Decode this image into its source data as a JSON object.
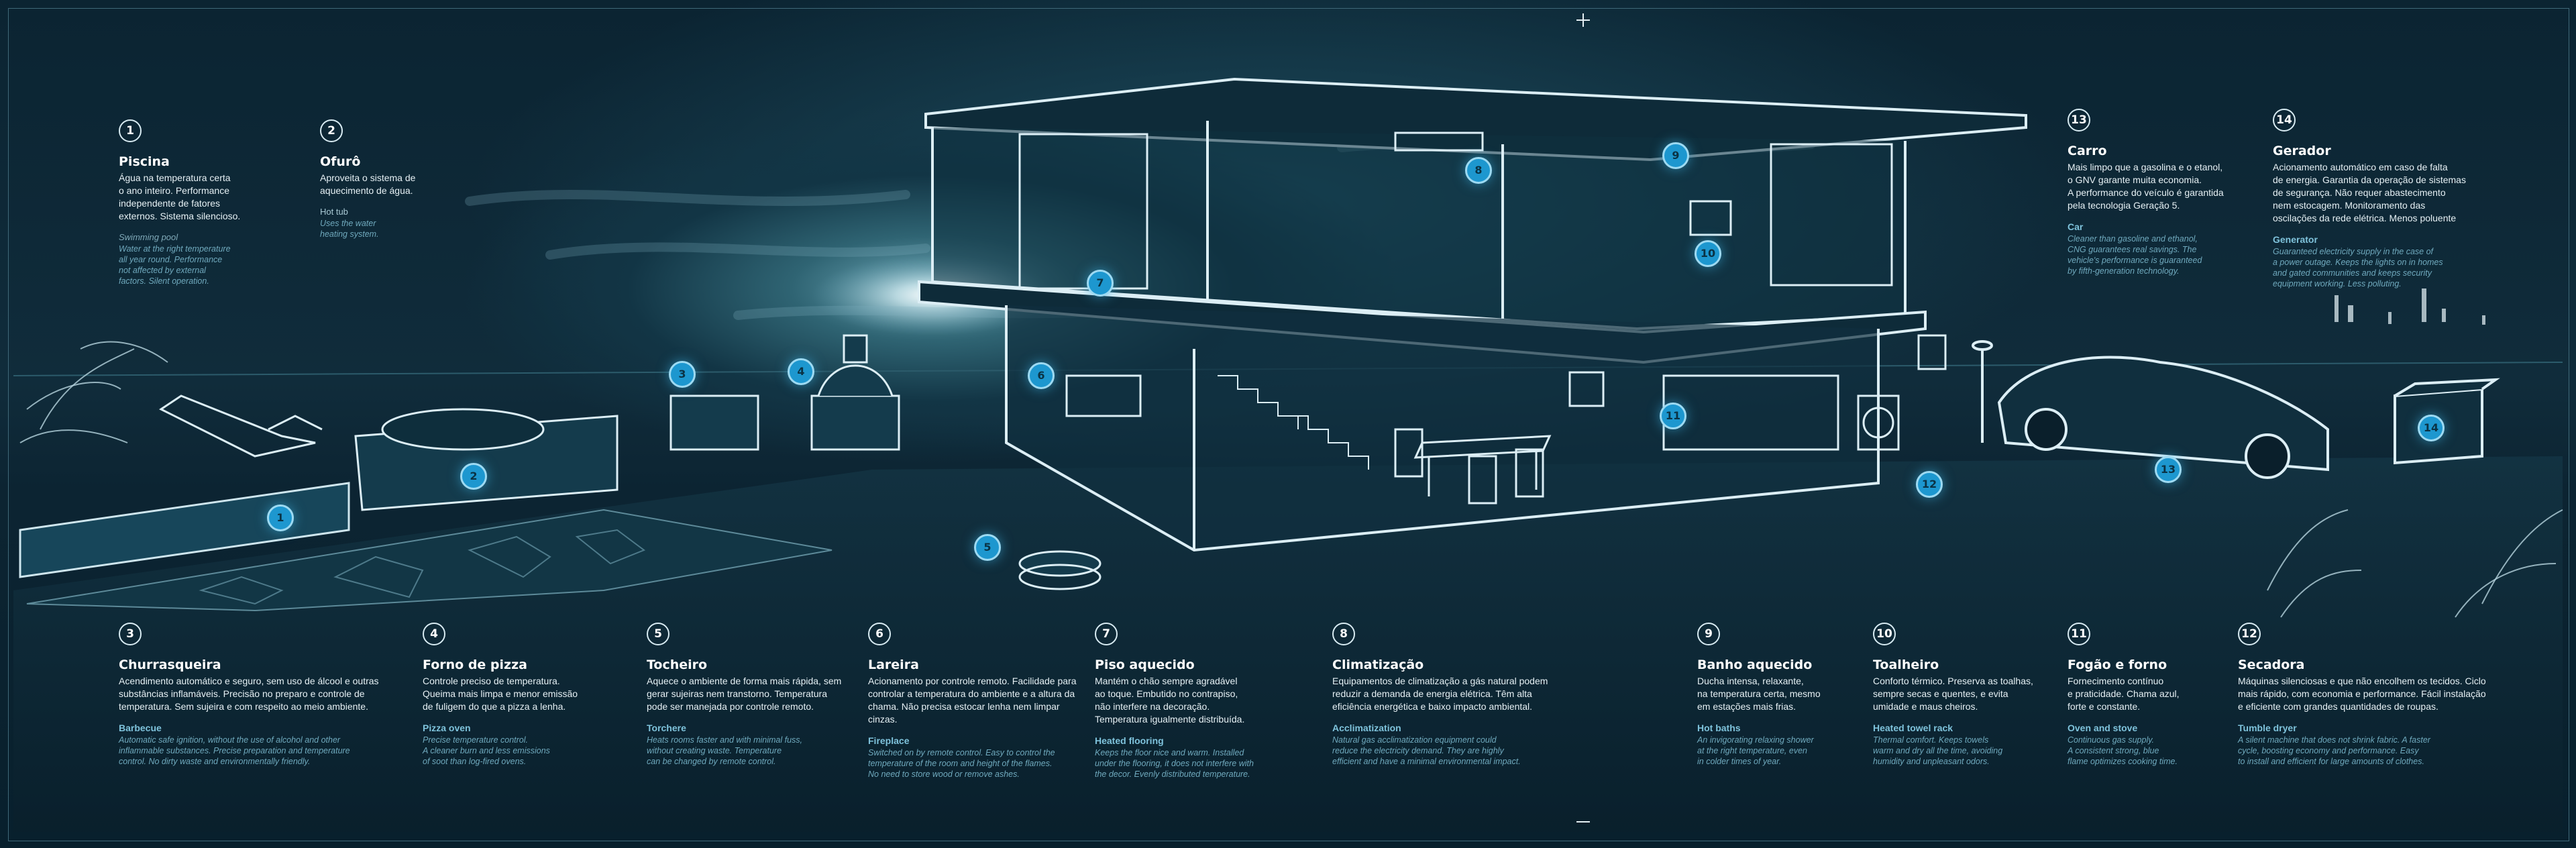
{
  "features": [
    {
      "number": "1",
      "title": "Piscina",
      "pt": "Água na temperatura certa\no ano inteiro. Performance\nindependente de fatores\nexternos. Sistema silencioso.",
      "en_title": "Swimming pool",
      "en": "Water at the right temperature\nall year round. Performance\nnot affected by external\nfactors. Silent operation."
    },
    {
      "number": "2",
      "title": "Ofurô",
      "pt": "Aproveita o sistema de\naquecimento de água.",
      "en_title": "Hot tub",
      "en": "Uses the water\nheating system."
    },
    {
      "number": "3",
      "title": "Churrasqueira",
      "pt": "Acendimento automático e seguro, sem uso de álcool e outras\nsubstâncias inflamáveis. Precisão no preparo e controle de\ntemperatura. Sem sujeira e com respeito ao meio ambiente.",
      "en_title": "Barbecue",
      "en": "Automatic safe ignition, without the use of alcohol and other\ninflammable substances. Precise preparation and temperature\ncontrol. No dirty waste and environmentally friendly."
    },
    {
      "number": "4",
      "title": "Forno de pizza",
      "pt": "Controle preciso de temperatura.\nQueima mais limpa e menor emissão\nde fuligem do que a pizza a lenha.",
      "en_title": "Pizza oven",
      "en": "Precise temperature control.\nA cleaner burn and less emissions\nof soot than log-fired ovens."
    },
    {
      "number": "5",
      "title": "Tocheiro",
      "pt": "Aquece o ambiente de forma mais rápida, sem\ngerar sujeiras nem transtorno. Temperatura\npode ser manejada por controle remoto.",
      "en_title": "Torchere",
      "en": "Heats rooms faster and with minimal fuss,\nwithout creating waste. Temperature\ncan be changed by remote control."
    },
    {
      "number": "6",
      "title": "Lareira",
      "pt": "Acionamento por controle remoto. Facilidade para\ncontrolar a temperatura do ambiente e a altura da\nchama. Não precisa estocar lenha nem limpar cinzas.",
      "en_title": "Fireplace",
      "en": "Switched on by remote control. Easy to control the\ntemperature of the room and height of the flames.\nNo need to store wood or remove ashes."
    },
    {
      "number": "7",
      "title": "Piso aquecido",
      "pt": "Mantém o chão sempre agradável\nao toque. Embutido no contrapiso,\nnão interfere na decoração.\nTemperatura igualmente distribuída.",
      "en_title": "Heated flooring",
      "en": "Keeps the floor nice and warm. Installed\nunder the flooring, it does not interfere with\nthe decor. Evenly distributed temperature."
    },
    {
      "number": "8",
      "title": "Climatização",
      "pt": "Equipamentos de climatização a gás natural podem\nreduzir a demanda de energia elétrica. Têm alta\neficiência energética e baixo impacto ambiental.",
      "en_title": "Acclimatization",
      "en": "Natural gas acclimatization equipment could\nreduce the electricity demand. They are highly\nefficient and have a minimal environmental impact."
    },
    {
      "number": "9",
      "title": "Banho aquecido",
      "pt": "Ducha intensa, relaxante,\nna temperatura certa, mesmo\nem estações mais frias.",
      "en_title": "Hot baths",
      "en": "An invigorating relaxing shower\nat the right temperature, even\nin colder times of year."
    },
    {
      "number": "10",
      "title": "Toalheiro",
      "pt": "Conforto térmico. Preserva as toalhas,\nsempre secas e quentes, e evita\numidade e maus cheiros.",
      "en_title": "Heated towel rack",
      "en": "Thermal comfort. Keeps towels\nwarm and dry all the time, avoiding\nhumidity and unpleasant odors."
    },
    {
      "number": "11",
      "title": "Fogão e forno",
      "pt": "Fornecimento contínuo\ne praticidade. Chama azul,\nforte e constante.",
      "en_title": "Oven and stove",
      "en": "Continuous gas supply.\nA consistent strong, blue\nflame optimizes cooking time."
    },
    {
      "number": "12",
      "title": "Secadora",
      "pt": "Máquinas silenciosas e que não encolhem os tecidos. Ciclo\nmais rápido, com economia e performance. Fácil instalação\ne eficiente com grandes quantidades de roupas.",
      "en_title": "Tumble dryer",
      "en": "A silent machine that does not shrink fabric. A faster\ncycle, boosting economy and performance. Easy\nto install and efficient for large amounts of clothes."
    },
    {
      "number": "13",
      "title": "Carro",
      "pt": "Mais limpo que a gasolina e o etanol,\no GNV garante muita economia.\nA performance do veículo é garantida\npela tecnologia Geração 5.",
      "en_title": "Car",
      "en": "Cleaner than gasoline and ethanol,\nCNG guarantees real savings. The\nvehicle's performance is guaranteed\nby fifth-generation technology."
    },
    {
      "number": "14",
      "title": "Gerador",
      "pt": "Acionamento automático em caso de falta\nde energia. Garantia da operação de sistemas\nde segurança. Não requer abastecimento\nnem estocagem. Monitoramento das\noscilações da rede elétrica. Menos poluente",
      "en_title": "Generator",
      "en": "Guaranteed electricity supply in the case of\na power outage. Keeps the lights on in homes\nand gated communities and keeps security\nequipment working. Less polluting."
    }
  ],
  "markers": [
    "1",
    "2",
    "3",
    "4",
    "5",
    "6",
    "7",
    "8",
    "9",
    "10",
    "11",
    "12",
    "13",
    "14"
  ],
  "colors": {
    "background": "#0b2230",
    "line": "#dceef5",
    "marker": "#1d97cf",
    "accent_text": "#7fc3dc"
  }
}
